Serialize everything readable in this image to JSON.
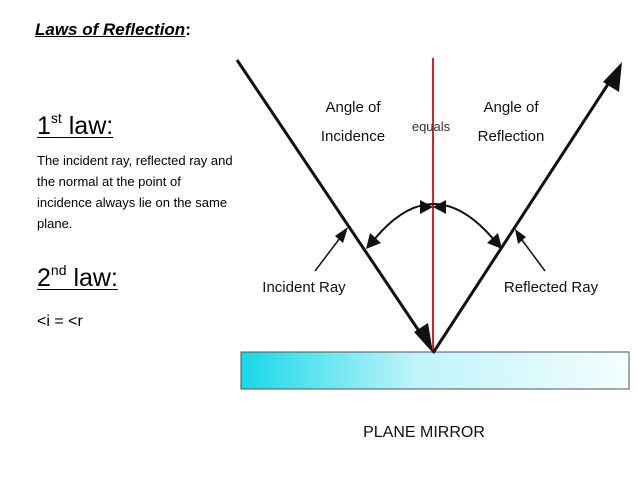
{
  "title": {
    "text": "Laws of Reflection",
    "suffix": ":"
  },
  "law1": {
    "ordinal": "1",
    "ordinal_suffix": "st",
    "label": "law:",
    "text": "The incident ray, reflected ray and the normal at the point of incidence  always lie on the same plane."
  },
  "law2": {
    "ordinal": "2",
    "ordinal_suffix": "nd",
    "label": "law:",
    "text": "<i = <r"
  },
  "diagram": {
    "angle_incidence_line1": "Angle of",
    "angle_incidence_line2": "Incidence",
    "equals": "equals",
    "angle_reflection_line1": "Angle of",
    "angle_reflection_line2": "Reflection",
    "incident_ray": "Incident Ray",
    "reflected_ray": "Reflected Ray",
    "mirror": "PLANE MIRROR",
    "colors": {
      "normal": "#e02020",
      "mirror_edge": "#18d8e8",
      "mirror_fill": "#eafcff",
      "ray": "#111111"
    }
  }
}
